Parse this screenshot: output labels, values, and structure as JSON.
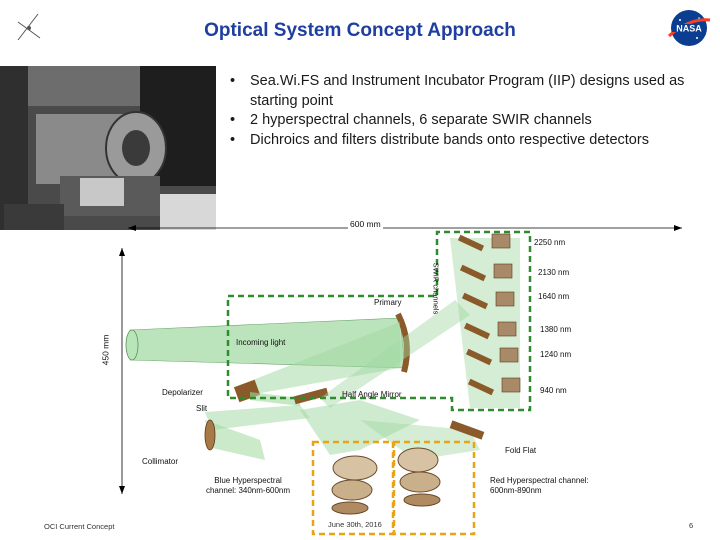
{
  "title": "Optical System Concept Approach",
  "bullets": [
    "Sea.Wi.FS and Instrument Incubator Program (IIP) designs used as starting point",
    "2 hyperspectral channels, 6 separate SWIR channels",
    "Dichroics and filters distribute bands onto respective detectors"
  ],
  "dimensions": {
    "width": "600 mm",
    "height": "450 mm"
  },
  "swir_label": "SWIR channels",
  "swir_bands": [
    "2250 nm",
    "2130 nm",
    "1640 nm",
    "1380 nm",
    "1240 nm",
    "940 nm"
  ],
  "components": {
    "primary": "Primary",
    "incoming_light": "Incoming light",
    "depolarizer": "Depolarizer",
    "half_angle_mirror": "Half Angle Mirror",
    "slit": "Slit",
    "fold_flat": "Fold Flat",
    "collimator": "Collimator"
  },
  "channels": {
    "blue": "Blue Hyperspectral channel: 340nm-600nm",
    "red": "Red Hyperspectral channel: 600nm-890nm"
  },
  "footer": {
    "left": "OCI Current Concept",
    "center": "June 30th, 2016",
    "page": "6"
  },
  "colors": {
    "title": "#1f3fa0",
    "swir_box": "#2e8b2e",
    "channel_box": "#e8a317",
    "light_beam": "#9fd89f"
  }
}
